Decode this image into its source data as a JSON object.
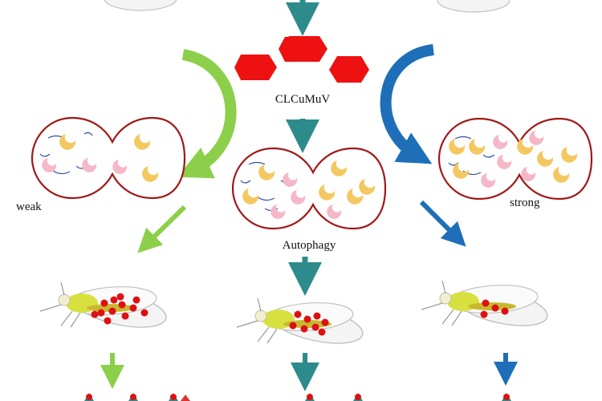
{
  "labels": {
    "virus": "CLCuMuV",
    "center_process": "Autophagy",
    "left_response": "weak",
    "right_response": "strong"
  },
  "colors": {
    "virus_red": "#ee1111",
    "teal_arrow": "#2e8b8b",
    "green_arrow": "#8ccf4a",
    "blue_arrow": "#1e6fb8",
    "cell_outline": "#a01818",
    "virion_red": "#dd1111",
    "pink_body": "#f4b8c8",
    "yellow_body": "#f4c860",
    "insect_body": "#d8e040"
  },
  "icons": {
    "virus": "hexagon-virion-cluster-icon",
    "cell": "dividing-cell-icon",
    "insect": "whitefly-icon"
  }
}
